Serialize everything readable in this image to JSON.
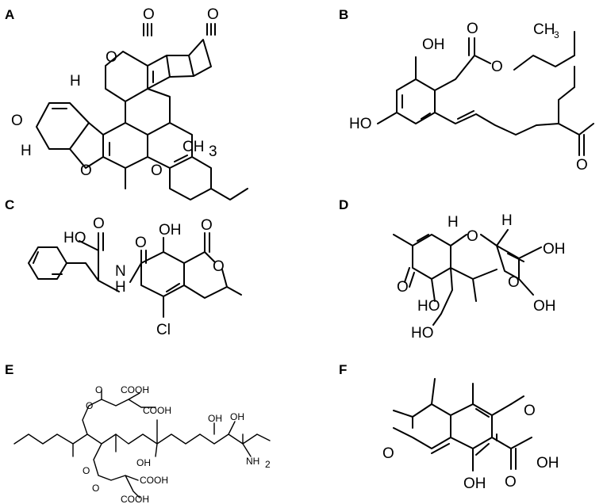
{
  "panels": [
    {
      "label": "A",
      "atoms": [
        "O",
        "O",
        "H",
        "O",
        "H",
        "O",
        "O",
        "O",
        "CH",
        "3"
      ]
    },
    {
      "label": "B",
      "atoms": [
        "OH",
        "O",
        "CH",
        "3",
        "O",
        "HO",
        "O"
      ]
    },
    {
      "label": "C",
      "atoms": [
        "HO",
        "O",
        "O",
        "OH",
        "O",
        "N",
        "H",
        "O",
        "Cl"
      ]
    },
    {
      "label": "D",
      "atoms": [
        "H",
        "O",
        "H",
        "OH",
        "O",
        "O",
        "HO",
        "HO",
        "OH"
      ]
    },
    {
      "label": "E",
      "atoms": [
        "COOH",
        "COOH",
        "O",
        "O",
        "OH",
        "OH",
        "OH",
        "NH",
        "2",
        "O",
        "O",
        "COOH",
        "COOH"
      ]
    },
    {
      "label": "F",
      "atoms": [
        "O",
        "O",
        "OH",
        "O",
        "OH"
      ]
    }
  ]
}
